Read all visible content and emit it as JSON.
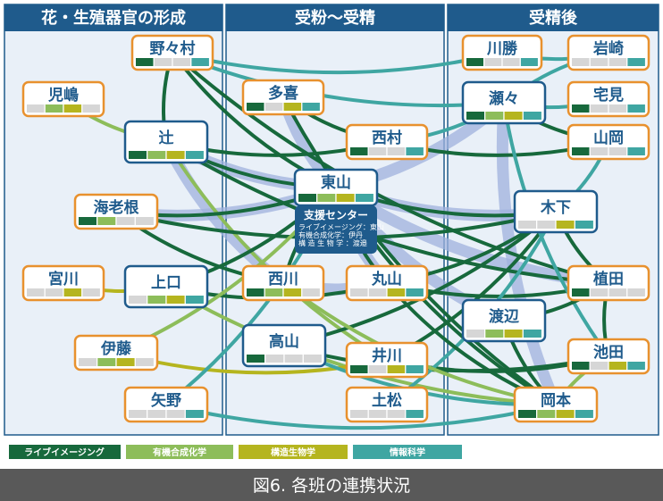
{
  "columns": {
    "left": "花・生殖器官の形成",
    "middle": "受粉～受精",
    "right": "受精後"
  },
  "nodes": {
    "nonomura": "野々村",
    "kojima": "児嶋",
    "tsuji": "辻",
    "ebine": "海老根",
    "miyagawa": "宮川",
    "ueguchi": "上口",
    "ito": "伊藤",
    "yano": "矢野",
    "tagi": "多喜",
    "nishimura": "西村",
    "higashiyama": "東山",
    "nishikawa": "西川",
    "maruyama": "丸山",
    "takayama": "高山",
    "igawa": "井川",
    "tsuchimatsu": "土松",
    "kawakatsu": "川勝",
    "iwasaki": "岩崎",
    "sese": "瀬々",
    "takumi": "宅見",
    "yamaoka": "山岡",
    "kinoshita": "木下",
    "ueda": "植田",
    "watanabe": "渡辺",
    "ikeda": "池田",
    "okamoto": "岡本"
  },
  "support": {
    "title": "支援センター",
    "line1": "ライブイメージング：東山",
    "line2": "有機合成化学：伊丹",
    "line3": "構 造 生 物 学 ：渡邉"
  },
  "legend": {
    "live": "ライブイメージング",
    "organic": "有機合成化学",
    "structural": "構造生物学",
    "info": "情報科学"
  },
  "colors": {
    "live": "#17693c",
    "organic": "#8dbd5a",
    "structural": "#b5b51f",
    "info": "#3fa6a2",
    "node_orange": "#e8912e",
    "node_blue": "#1f5b8c",
    "header": "#1f5b8c",
    "caption_bg": "#595959"
  },
  "caption": "図6. 各班の連携状況"
}
